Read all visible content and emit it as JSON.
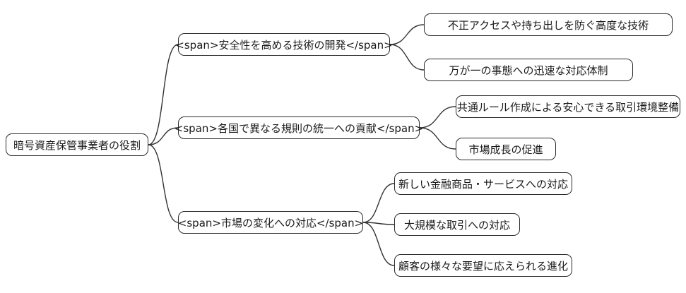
{
  "diagram": {
    "type": "mindmap",
    "colors": {
      "node_fill": "#ffffff",
      "node_border": "#2b2b2b",
      "edge": "#333333",
      "text": "#1a1a1a",
      "background": "#ffffff"
    },
    "root": {
      "label": "暗号資産保管事業者の役割"
    },
    "branches": [
      {
        "label": "<span>安全性を高める技術の開発</span>",
        "children": [
          {
            "label": "不正アクセスや持ち出しを防ぐ高度な技術"
          },
          {
            "label": "万が一の事態への迅速な対応体制"
          }
        ]
      },
      {
        "label": "<span>各国で異なる規則の統一への貢献</span>",
        "children": [
          {
            "label": "共通ルール作成による安心できる取引環境整備"
          },
          {
            "label": "市場成長の促進"
          }
        ]
      },
      {
        "label": "<span>市場の変化への対応</span>",
        "children": [
          {
            "label": "新しい金融商品・サービスへの対応"
          },
          {
            "label": "大規模な取引への対応"
          },
          {
            "label": "顧客の様々な要望に応えられる進化"
          }
        ]
      }
    ]
  }
}
